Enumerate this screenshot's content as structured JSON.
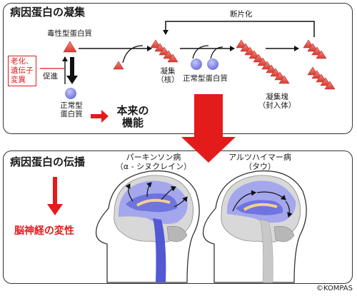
{
  "top_panel": {
    "title": "病因蛋白の凝集",
    "toxic_protein": "毒性型蛋白質",
    "trigger": [
      "老化、",
      "遺伝子",
      "変異"
    ],
    "promote": "促進",
    "normal_left": [
      "正常型",
      "蛋白質"
    ],
    "function": [
      "本来の",
      "機能"
    ],
    "aggregate_core": [
      "凝集",
      "（核）"
    ],
    "normal_protein": "正常型蛋白質",
    "fragmentation": "断片化",
    "aggregate_mass": [
      "凝集塊",
      "（封入体）"
    ]
  },
  "bottom_panel": {
    "title": "病因蛋白の伝播",
    "degeneration": "脳神経の変性",
    "parkinsons": [
      "パーキンソン病",
      "（α - シヌクレイン）"
    ],
    "alzheimers": [
      "アルツハイマー病",
      "（タウ）"
    ]
  },
  "credit": "©KOMPAS",
  "colors": {
    "protein_red": "#e8483f",
    "protein_blue": "#8a8ee6",
    "accent_red": "#e31b1b",
    "brain_gray": "#d4d4d4",
    "brain_blue": "#7d82e8"
  }
}
